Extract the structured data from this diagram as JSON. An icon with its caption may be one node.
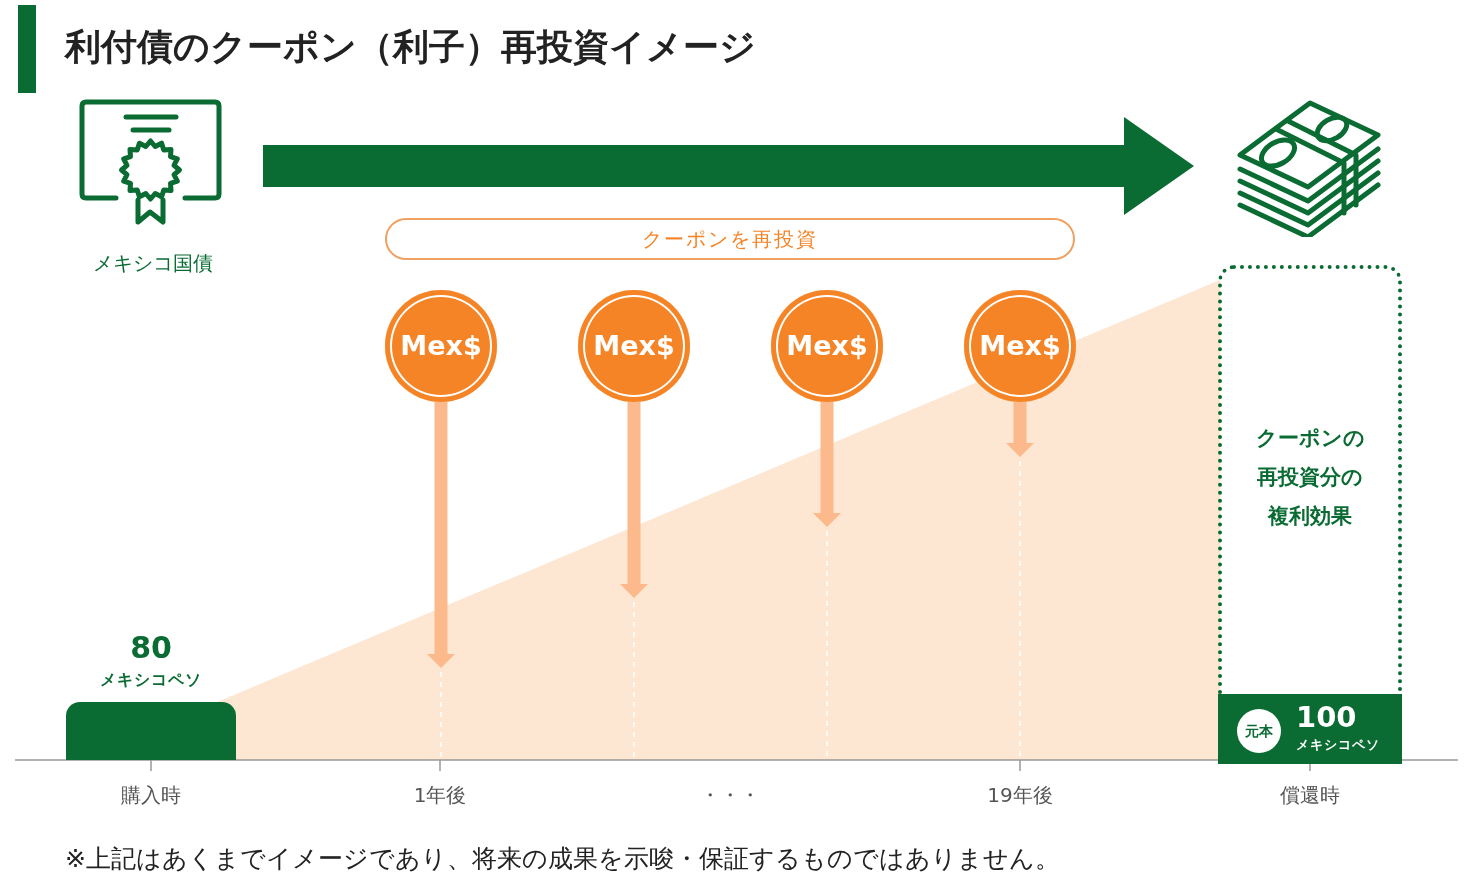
{
  "diagram": {
    "title": "利付債のクーポン（利子）再投資イメージ",
    "nodes": [
      {
        "text": [
          "メキシコ国債"
        ]
      },
      {
        "text": [],
        "shape": "picture"
      },
      {
        "text": [
          "クーポンを再投資"
        ]
      },
      {
        "text": [
          "Mex$"
        ]
      },
      {
        "text": [
          "Mex$"
        ]
      },
      {
        "text": [
          "Mex$"
        ]
      },
      {
        "text": [
          "Mex$"
        ]
      },
      {
        "text": [],
        "shape": "bar",
        "beside": [
          "80",
          "メキシコペソ"
        ]
      },
      {
        "text": [
          "クーポンの再投資分の複利効果"
        ]
      },
      {
        "text": [
          "100",
          "メキシコペソ"
        ],
        "in": 8
      },
      {
        "text": [
          "元本"
        ],
        "in": 9
      }
    ],
    "edges": [
      {
        "from": 0,
        "to": 1,
        "arrow": "to",
        "style": "thick"
      },
      {
        "from": 3,
        "to": null,
        "arrow": "to",
        "color": "#fcb98c"
      },
      {
        "from": 4,
        "to": null,
        "arrow": "to",
        "color": "#fcb98c"
      },
      {
        "from": 5,
        "to": null,
        "arrow": "to",
        "color": "#fcb98c"
      },
      {
        "from": 6,
        "to": null,
        "arrow": "to",
        "color": "#fcb98c"
      }
    ],
    "labels": [
      "購入時",
      "1年後",
      "・・・",
      "19年後",
      "償還時",
      "※上記はあくまでイメージであり、将来の成果を示唆・保証するものではありません。"
    ]
  }
}
